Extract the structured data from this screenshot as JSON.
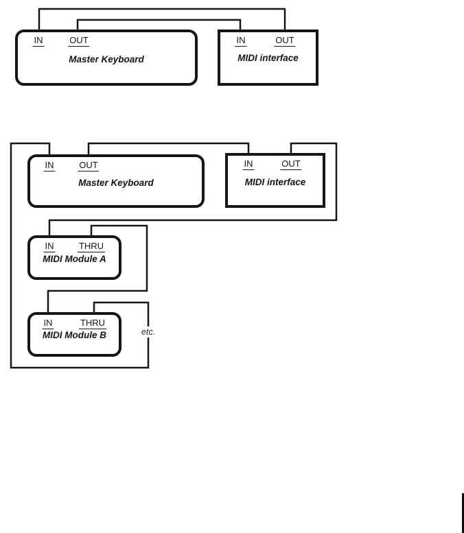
{
  "figure1": {
    "master_keyboard": {
      "name": "Master Keyboard",
      "port_in": "IN",
      "port_out": "OUT"
    },
    "midi_interface": {
      "name": "MIDI interface",
      "port_in": "IN",
      "port_out": "OUT"
    }
  },
  "figure2": {
    "master_keyboard": {
      "name": "Master Keyboard",
      "port_in": "IN",
      "port_out": "OUT"
    },
    "midi_interface": {
      "name": "MIDI interface",
      "port_in": "IN",
      "port_out": "OUT"
    },
    "midi_module_a": {
      "name": "MIDI Module A",
      "port_in": "IN",
      "port_thru": "THRU"
    },
    "midi_module_b": {
      "name": "MIDI Module B",
      "port_in": "IN",
      "port_thru": "THRU"
    },
    "etc_label": "etc."
  },
  "colors": {
    "ink": "#151515",
    "background": "#ffffff"
  }
}
